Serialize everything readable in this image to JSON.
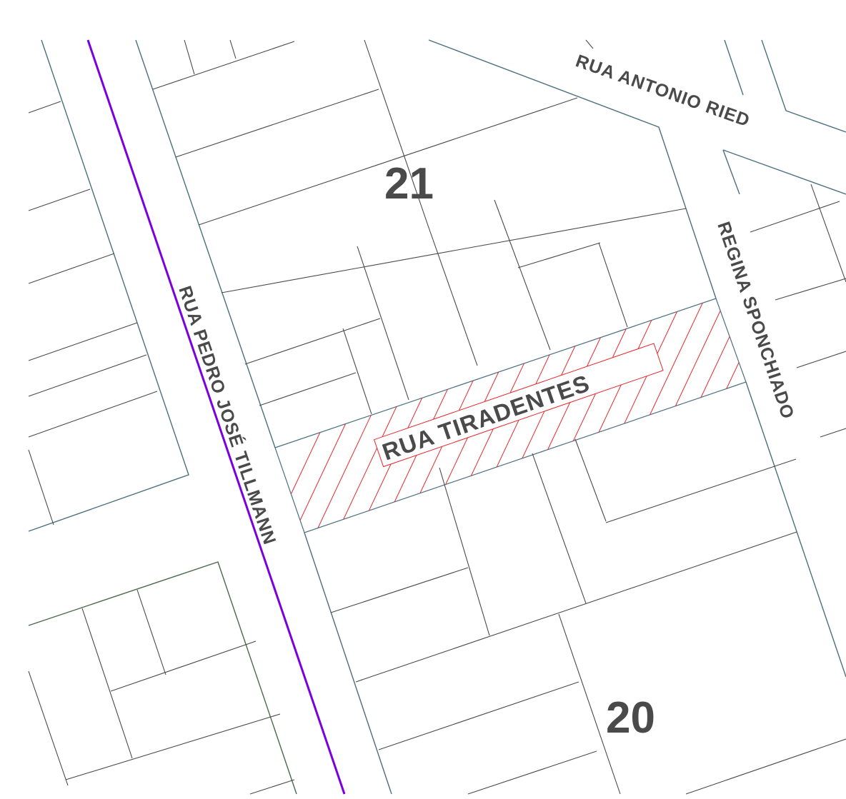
{
  "map": {
    "streets": {
      "pedro_jose_tillmann": "RUA PEDRO JOSÉ TILLMANN",
      "antonio_ried": "RUA ANTONIO RIED",
      "regina_sponchiado": "REGINA SPONCHIADO",
      "tiradentes": "RUA TIRADENTES"
    },
    "blocks": {
      "north": "21",
      "south": "20"
    },
    "colors": {
      "hatch": "#e8262a",
      "axis_line": "#7a00e0",
      "street_edge": "#4c6f80",
      "lot_line": "#4a4a4a",
      "text": "#4a4a4a",
      "background": "#ffffff"
    }
  }
}
